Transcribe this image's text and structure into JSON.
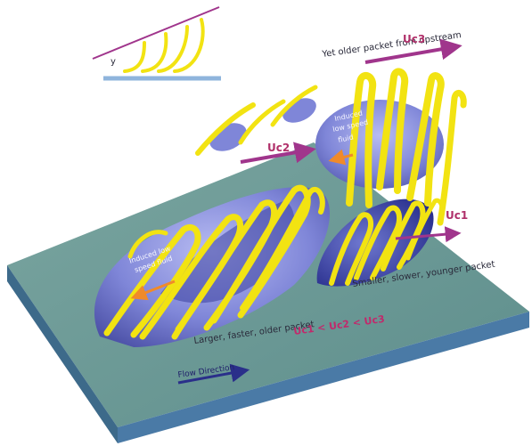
{
  "annotations": {
    "yet_older": "Yet older packet from upstream",
    "u3": "Uc3",
    "u2": "Uc2",
    "u1": "Uc1",
    "small_younger": "Smaller, slower, younger packet",
    "larger_faster": "Larger, faster, older packet",
    "equation": "Uc1 < Uc2 < Uc3",
    "flow": "Flow Direction",
    "induced_left_1": "Induced low",
    "induced_left_2": "speed fluid",
    "induced_right_1": "Induced",
    "induced_right_2": "low speed",
    "induced_right_3": "fluid"
  },
  "colors": {
    "plate_top": "#6e9a96",
    "plate_side": "#4f7aa0",
    "plate_front": "#3d6a8a",
    "lowspeed_blue": "#7f86d8",
    "lowspeed_dark": "#3a3f9e",
    "vortex_yellow": "#f2e312",
    "arrow_magenta": "#a0358c",
    "arrow_orange": "#f08a2a"
  }
}
